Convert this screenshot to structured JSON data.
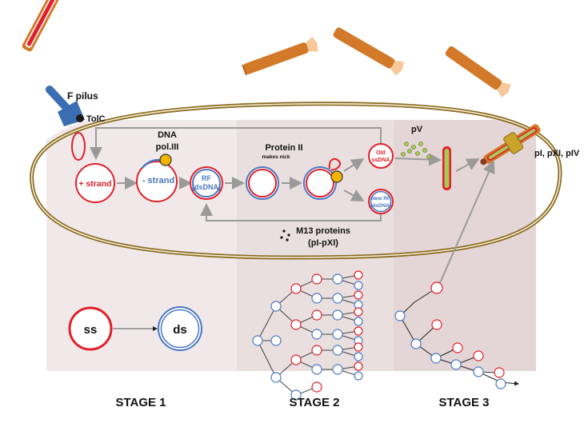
{
  "labels": {
    "f_pilus": "F pilus",
    "tolc": "TolC",
    "dna_pol_line1": "DNA",
    "dna_pol_line2": "pol.III",
    "plus_strand": "+ strand",
    "minus_strand": "- strand",
    "rf_line1": "RF",
    "rf_line2": "(dsDNA)",
    "protein_ii": "Protein II",
    "makes_nick": "makes nick",
    "old_line1": "Old",
    "old_line2": "ssDNA",
    "newrf_line1": "New RF",
    "newrf_line2": "(dsDNA)",
    "pv": "pV",
    "pi_pxi_piv": "pI, pXI, pIV",
    "m13_line1": "M13 proteins",
    "m13_line2": "(pI-pXI)",
    "ss": "ss",
    "ds": "ds"
  },
  "stages": [
    "STAGE 1",
    "STAGE 2",
    "STAGE 3"
  ],
  "colors": {
    "strand_red": "#e0202a",
    "strand_blue": "#4a78c2",
    "membrane": "#8a6a1e",
    "phage": "#d27a2a",
    "stage1_bg": "#f1e9e9",
    "stage2_bg": "#e9dfdf",
    "stage3_bg": "#e4d6d6"
  }
}
